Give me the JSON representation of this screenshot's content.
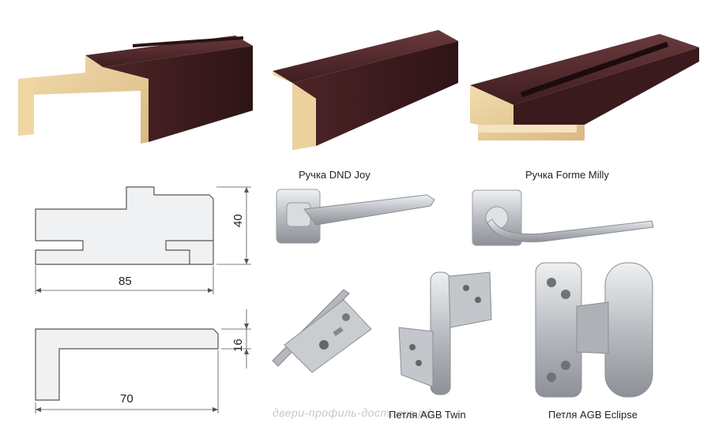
{
  "captions": {
    "handle_dnd": "Ручка DND Joy",
    "handle_forme": "Ручка Forme Milly",
    "hinge_twin": "Петля AGB Twin",
    "hinge_eclipse": "Петля AGB Eclipse"
  },
  "dimensions": {
    "frame_width": "85",
    "frame_height": "40",
    "trim_width": "70",
    "trim_height": "16"
  },
  "watermark": "двери-профиль-доставка.рф",
  "colors": {
    "veneer": "#4a2326",
    "mdf": "#e8cc98",
    "metal": "#c9ccd0"
  }
}
